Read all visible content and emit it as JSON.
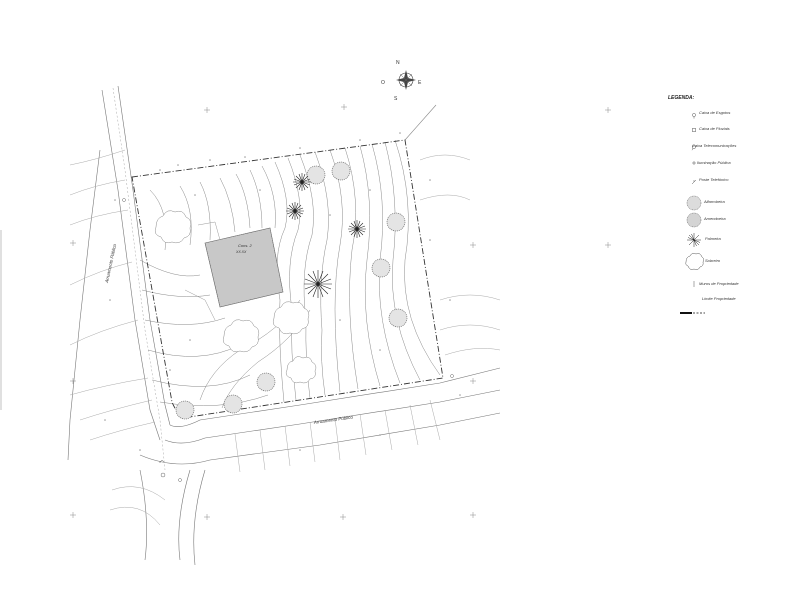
{
  "plan": {
    "compass": {
      "north": "N",
      "south": "S",
      "west": "O",
      "east": "E"
    },
    "street_west": "Arruamento Público",
    "street_south": "Arruamento Público",
    "building_label": "Cons. 2",
    "building_sub": "XX.XX",
    "legend": {
      "title": "LEGENDA:",
      "items": [
        {
          "label": "Caixa de Esgotos",
          "icon": "manhole-icon"
        },
        {
          "label": "Caixa de Pluviais",
          "icon": "drain-box-icon"
        },
        {
          "label": "Caixa Telecomunicações",
          "icon": "telecom-box-icon"
        },
        {
          "label": "Iluminação Pública",
          "icon": "street-light-icon"
        },
        {
          "label": "Poste Telefónico",
          "icon": "telephone-pole-icon"
        },
        {
          "label": "Alfarrobeira",
          "icon": "carob-tree-icon"
        },
        {
          "label": "Amendoeira",
          "icon": "almond-tree-icon"
        },
        {
          "label": "Palmeira",
          "icon": "palm-tree-icon"
        },
        {
          "label": "Sobreiro",
          "icon": "cork-oak-icon"
        },
        {
          "label": "Muros de Propriedade",
          "icon": "wall-icon"
        },
        {
          "label": "Limite Propriedade",
          "icon": "boundary-line-icon"
        }
      ]
    }
  }
}
